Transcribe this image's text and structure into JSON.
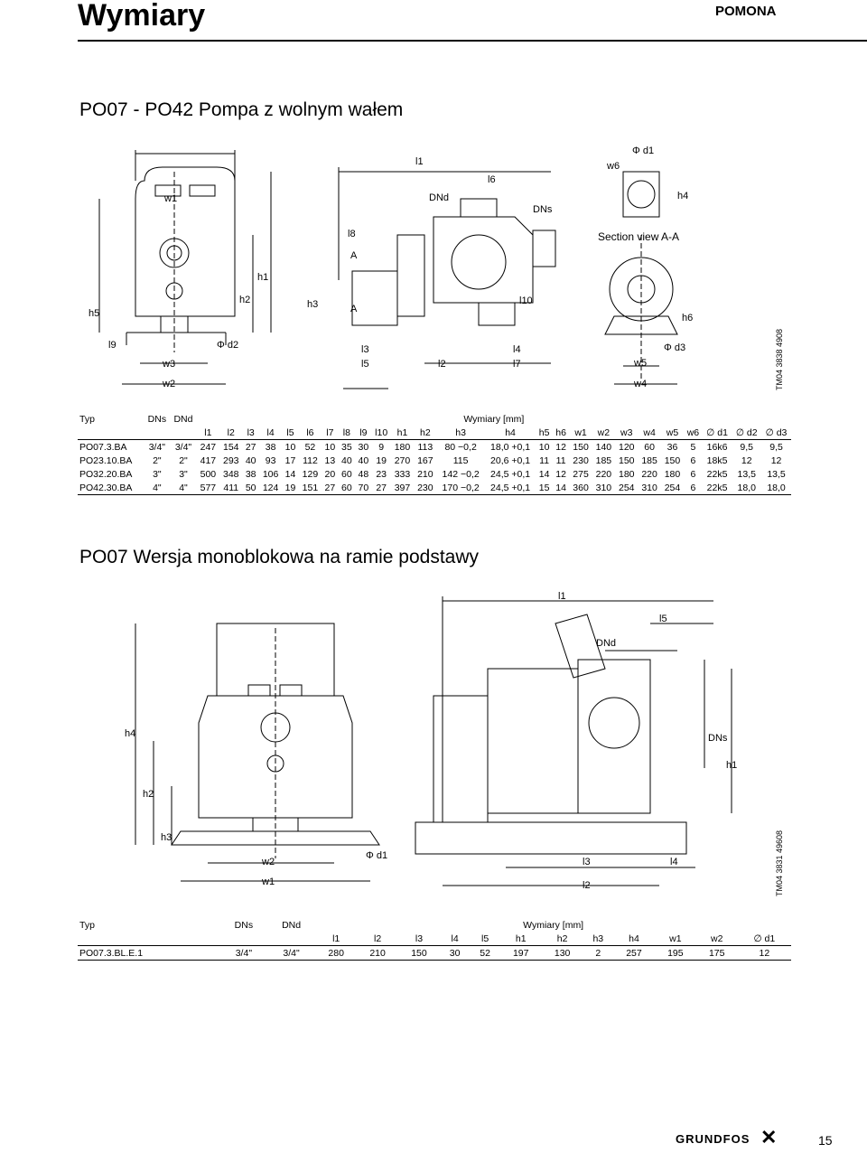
{
  "header": {
    "title": "Wymiary",
    "brand": "POMONA"
  },
  "section1": {
    "title": "PO07 - PO42 Pompa z wolnym wałem",
    "drawing_code": "TM04 3838 4908",
    "section_view_label": "Section view A-A",
    "labels": {
      "w1": "w1",
      "w2": "w2",
      "w3": "w3",
      "w4": "w4",
      "w5": "w5",
      "w6": "w6",
      "h1": "h1",
      "h2": "h2",
      "h3": "h3",
      "h4": "h4",
      "h5": "h5",
      "h6": "h6",
      "l1": "l1",
      "l2": "l2",
      "l3": "l3",
      "l4": "l4",
      "l5": "l5",
      "l6": "l6",
      "l7": "l7",
      "l8": "l8",
      "l9": "l9",
      "l10": "l10",
      "DNd": "DNd",
      "DNs": "DNs",
      "A": "A",
      "d1": "Φ d1",
      "d2": "Φ d2",
      "d3": "Φ d3"
    },
    "table": {
      "caption": "Wymiary [mm]",
      "col_typ": "Typ",
      "col_dns": "DNs",
      "col_dnd": "DNd",
      "columns": [
        "l1",
        "l2",
        "l3",
        "l4",
        "l5",
        "l6",
        "l7",
        "l8",
        "l9",
        "l10",
        "h1",
        "h2",
        "h3",
        "h4",
        "h5",
        "h6",
        "w1",
        "w2",
        "w3",
        "w4",
        "w5",
        "w6",
        "∅ d1",
        "∅ d2",
        "∅ d3"
      ],
      "rows": [
        [
          "PO07.3.BA",
          "3/4\"",
          "3/4\"",
          "247",
          "154",
          "27",
          "38",
          "10",
          "52",
          "10",
          "35",
          "30",
          "9",
          "180",
          "113",
          "80 −0,2",
          "18,0 +0,1",
          "10",
          "12",
          "150",
          "140",
          "120",
          "60",
          "36",
          "5",
          "16k6",
          "9,5",
          "9,5"
        ],
        [
          "PO23.10.BA",
          "2\"",
          "2\"",
          "417",
          "293",
          "40",
          "93",
          "17",
          "112",
          "13",
          "40",
          "40",
          "19",
          "270",
          "167",
          "115",
          "20,6 +0,1",
          "11",
          "11",
          "230",
          "185",
          "150",
          "185",
          "150",
          "6",
          "18k5",
          "12",
          "12"
        ],
        [
          "PO32.20.BA",
          "3\"",
          "3\"",
          "500",
          "348",
          "38",
          "106",
          "14",
          "129",
          "20",
          "60",
          "48",
          "23",
          "333",
          "210",
          "142 −0,2",
          "24,5 +0,1",
          "14",
          "12",
          "275",
          "220",
          "180",
          "220",
          "180",
          "6",
          "22k5",
          "13,5",
          "13,5"
        ],
        [
          "PO42.30.BA",
          "4\"",
          "4\"",
          "577",
          "411",
          "50",
          "124",
          "19",
          "151",
          "27",
          "60",
          "70",
          "27",
          "397",
          "230",
          "170 −0,2",
          "24,5 +0,1",
          "15",
          "14",
          "360",
          "310",
          "254",
          "310",
          "254",
          "6",
          "22k5",
          "18,0",
          "18,0"
        ]
      ]
    }
  },
  "section2": {
    "title": "PO07 Wersja monoblokowa na ramie podstawy",
    "drawing_code": "TM04 3831 49608",
    "labels": {
      "l1": "l1",
      "l2": "l2",
      "l3": "l3",
      "l4": "l4",
      "l5": "l5",
      "h1": "h1",
      "h2": "h2",
      "h3": "h3",
      "h4": "h4",
      "w1": "w1",
      "w2": "w2",
      "DNd": "DNd",
      "DNs": "DNs",
      "d1": "Φ d1"
    },
    "table": {
      "caption": "Wymiary [mm]",
      "col_typ": "Typ",
      "col_dns": "DNs",
      "col_dnd": "DNd",
      "columns": [
        "l1",
        "l2",
        "l3",
        "l4",
        "l5",
        "h1",
        "h2",
        "h3",
        "h4",
        "w1",
        "w2",
        "∅ d1"
      ],
      "rows": [
        [
          "PO07.3.BL.E.1",
          "3/4\"",
          "3/4\"",
          "280",
          "210",
          "150",
          "30",
          "52",
          "197",
          "130",
          "2",
          "257",
          "195",
          "175",
          "12"
        ]
      ]
    }
  },
  "footer": {
    "logo": "GRUNDFOS",
    "page_number": "15"
  }
}
